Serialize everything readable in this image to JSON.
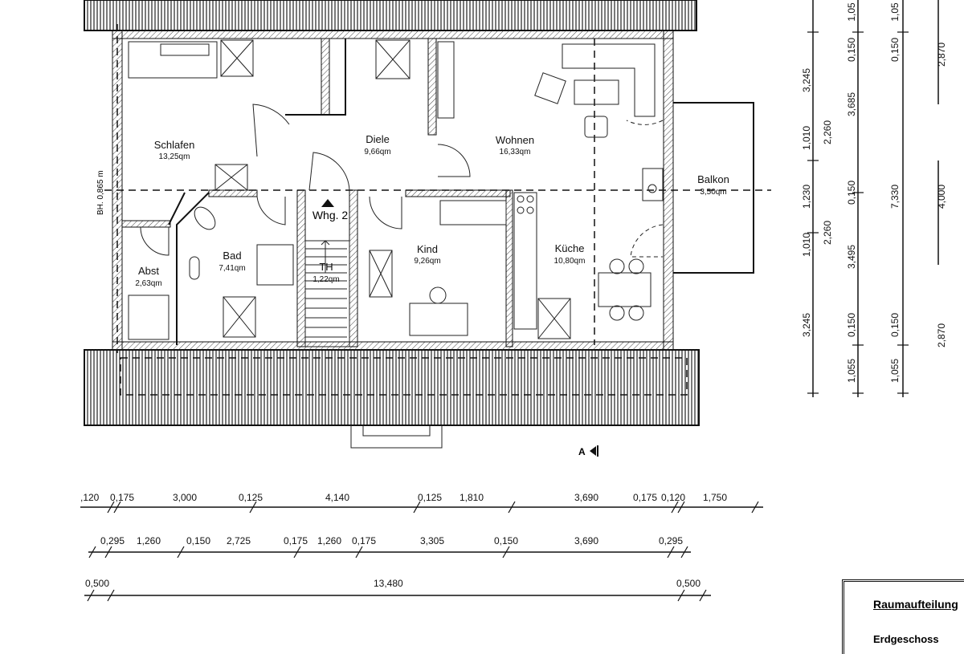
{
  "rooms": {
    "schlafen": {
      "name": "Schlafen",
      "area": "13,25qm"
    },
    "diele": {
      "name": "Diele",
      "area": "9,66qm"
    },
    "wohnen": {
      "name": "Wohnen",
      "area": "16,33qm"
    },
    "balkon": {
      "name": "Balkon",
      "area": "3,50qm"
    },
    "bad": {
      "name": "Bad",
      "area": "7,41qm"
    },
    "abst": {
      "name": "Abst",
      "area": "2,63qm"
    },
    "th": {
      "name": "TH",
      "area": "1,22qm"
    },
    "kind": {
      "name": "Kind",
      "area": "9,26qm"
    },
    "kueche": {
      "name": "Küche",
      "area": "10,80qm"
    }
  },
  "labels": {
    "unit": "Whg. 2",
    "bh": "BH. 0,865 m",
    "section_mark": "A"
  },
  "dimensions": {
    "bottom_row1": [
      ",120",
      "0,175",
      "3,000",
      "0,125",
      "4,140",
      "0,125",
      "1,810",
      "3,690",
      "0,175",
      "0,120",
      "1,750"
    ],
    "bottom_row2": [
      "0,295",
      "1,260",
      "0,150",
      "2,725",
      "0,175",
      "1,260",
      "0,175",
      "3,305",
      "0,150",
      "3,690",
      "0,295"
    ],
    "bottom_row3": [
      "0,500",
      "13,480",
      "0,500"
    ],
    "right_col1": [
      "3,245",
      "1,010",
      "1,230",
      "1,010",
      "3,245"
    ],
    "right_col2": [
      "2,260",
      "2,260"
    ],
    "right_col3": [
      "1,05",
      "0,150",
      "3,685",
      "0,150",
      "3,495",
      "0,150",
      "1,055"
    ],
    "right_col4": [
      "1,05",
      "0,150",
      "7,330",
      "0,150",
      "1,055"
    ],
    "right_col5": [
      "2,870",
      "4,000",
      "2,870"
    ]
  },
  "title_block": {
    "title": "Raumaufteilung",
    "subtitle": "Erdgeschoss"
  }
}
